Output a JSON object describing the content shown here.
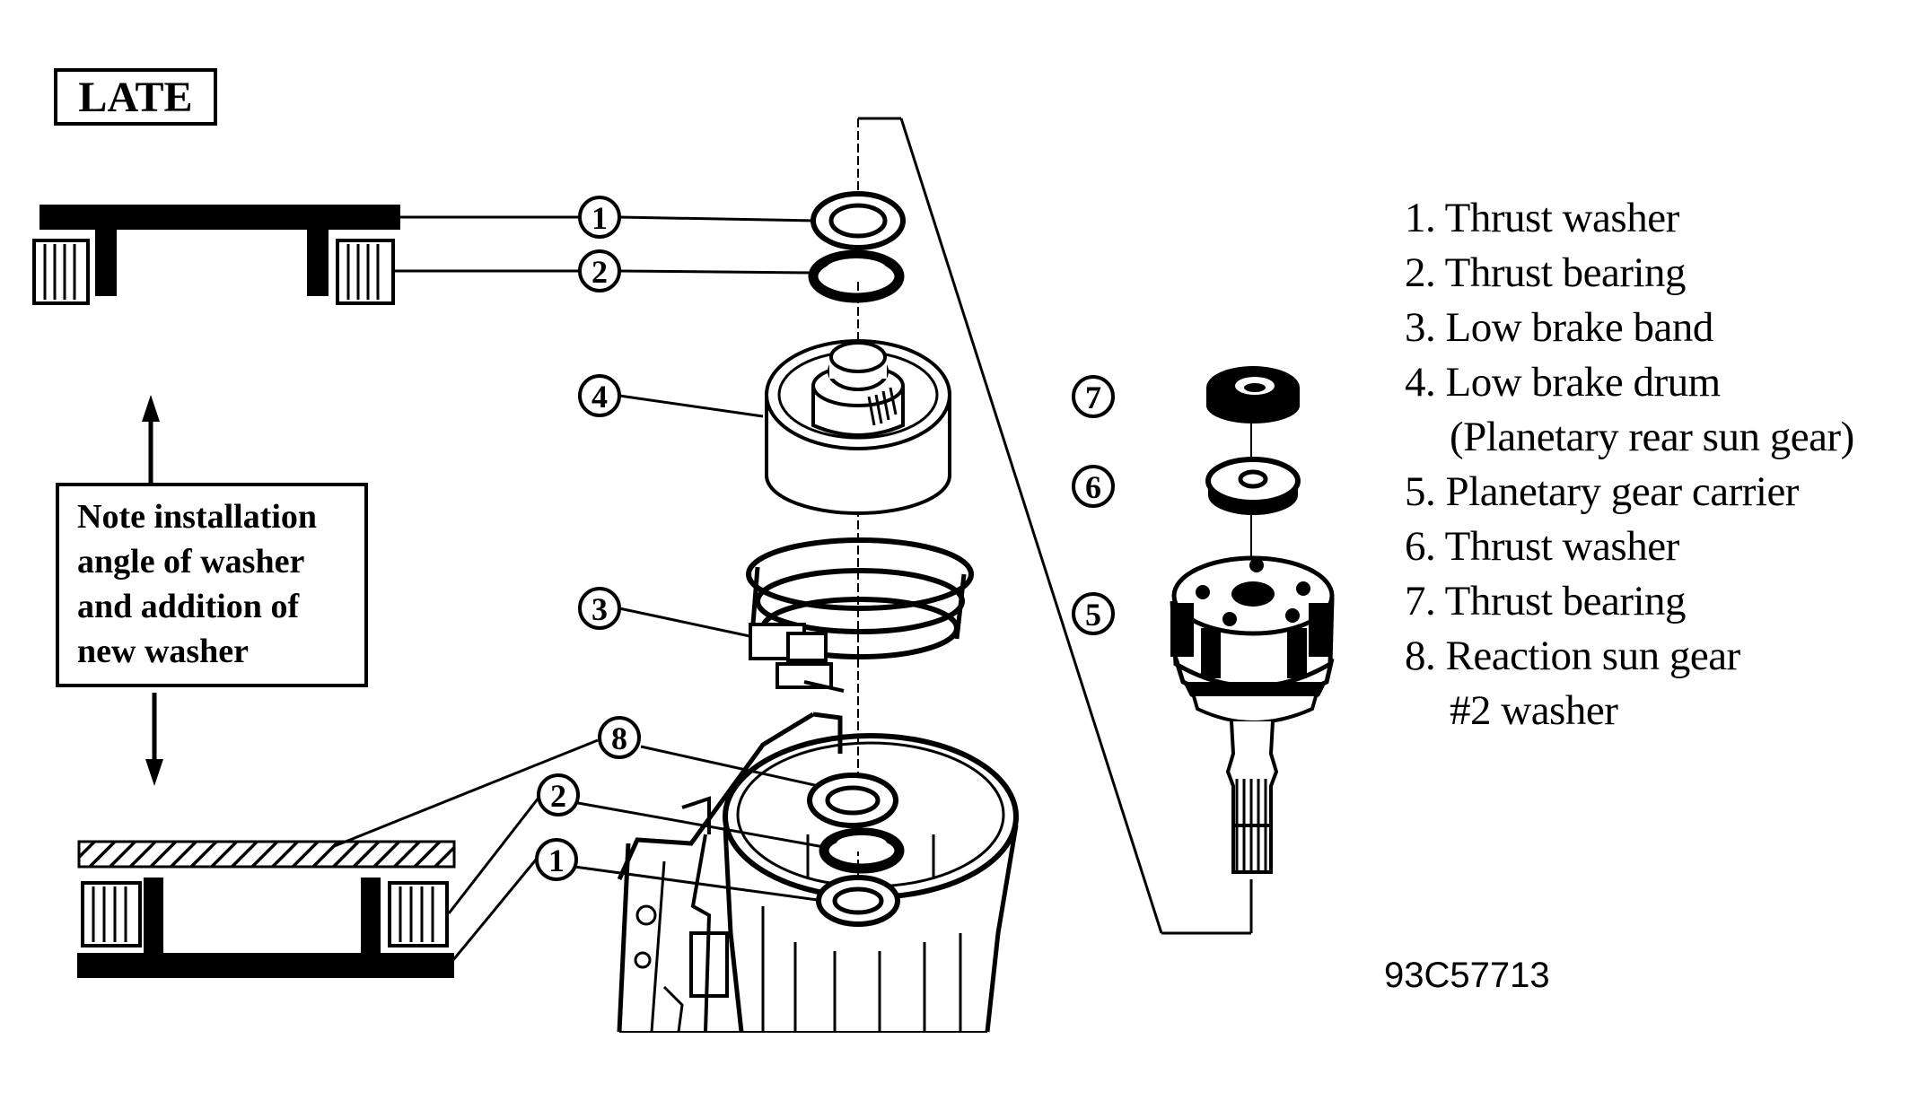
{
  "badge": "LATE",
  "note": {
    "lines": [
      "Note installation",
      "angle of washer",
      "and addition of",
      "new washer"
    ]
  },
  "callouts": {
    "c1_top": "1",
    "c2_top": "2",
    "c4": "4",
    "c3": "3",
    "c8": "8",
    "c2_bottom": "2",
    "c1_bottom": "1",
    "c7": "7",
    "c6": "6",
    "c5": "5"
  },
  "legend": {
    "items": [
      "1. Thrust washer",
      "2. Thrust bearing",
      "3. Low brake band",
      "4. Low brake drum",
      "(Planetary rear sun gear)",
      "5. Planetary gear carrier",
      "6. Thrust washer",
      "7. Thrust bearing",
      "8. Reaction sun gear",
      "#2 washer"
    ]
  },
  "figure_code": "93C57713"
}
